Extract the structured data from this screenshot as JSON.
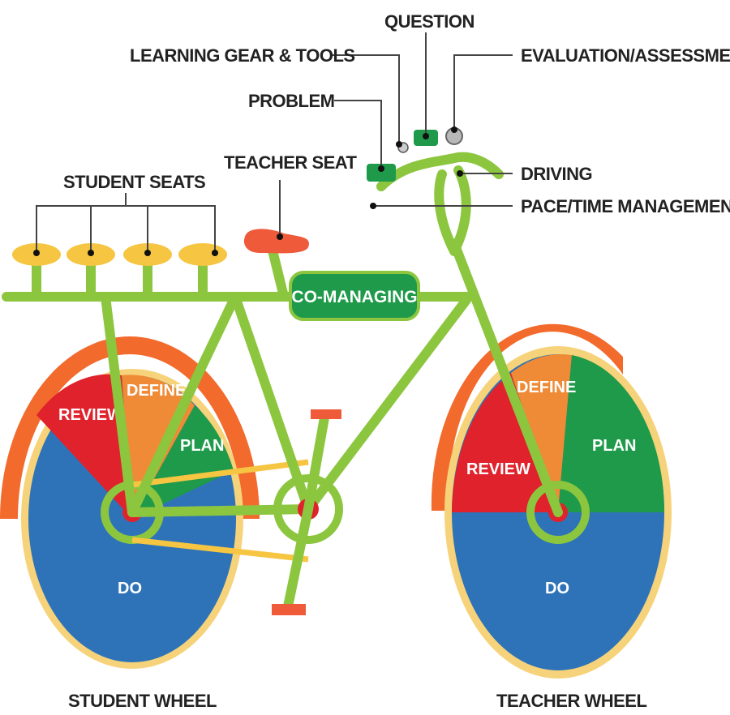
{
  "labels": {
    "question": "QUESTION",
    "learning_gear": "LEARNING GEAR & TOOLS",
    "evaluation": "EVALUATION/ASSESSMENT",
    "problem": "PROBLEM",
    "teacher_seat": "TEACHER SEAT",
    "student_seats": "STUDENT SEATS",
    "driving": "DRIVING",
    "pace_time": "PACE/TIME MANAGEMENT",
    "co_managing": "CO-MANAGING",
    "student_wheel": "STUDENT WHEEL",
    "teacher_wheel": "TEACHER WHEEL"
  },
  "student_wheel": {
    "segments": [
      "REVIEW",
      "DEFINE",
      "PLAN",
      "DO"
    ]
  },
  "teacher_wheel": {
    "segments": [
      "REVIEW",
      "DEFINE",
      "PLAN",
      "DO"
    ]
  },
  "colors": {
    "frame": "#8cc63f",
    "do": "#2e73b8",
    "plan": "#1f9a4a",
    "define": "#ef8a36",
    "review": "#e0222c",
    "fender_outer": "#f26a2c",
    "fender_inner": "#f2b33b",
    "seat": "#ee5a3a",
    "student_seat": "#f6c542"
  }
}
